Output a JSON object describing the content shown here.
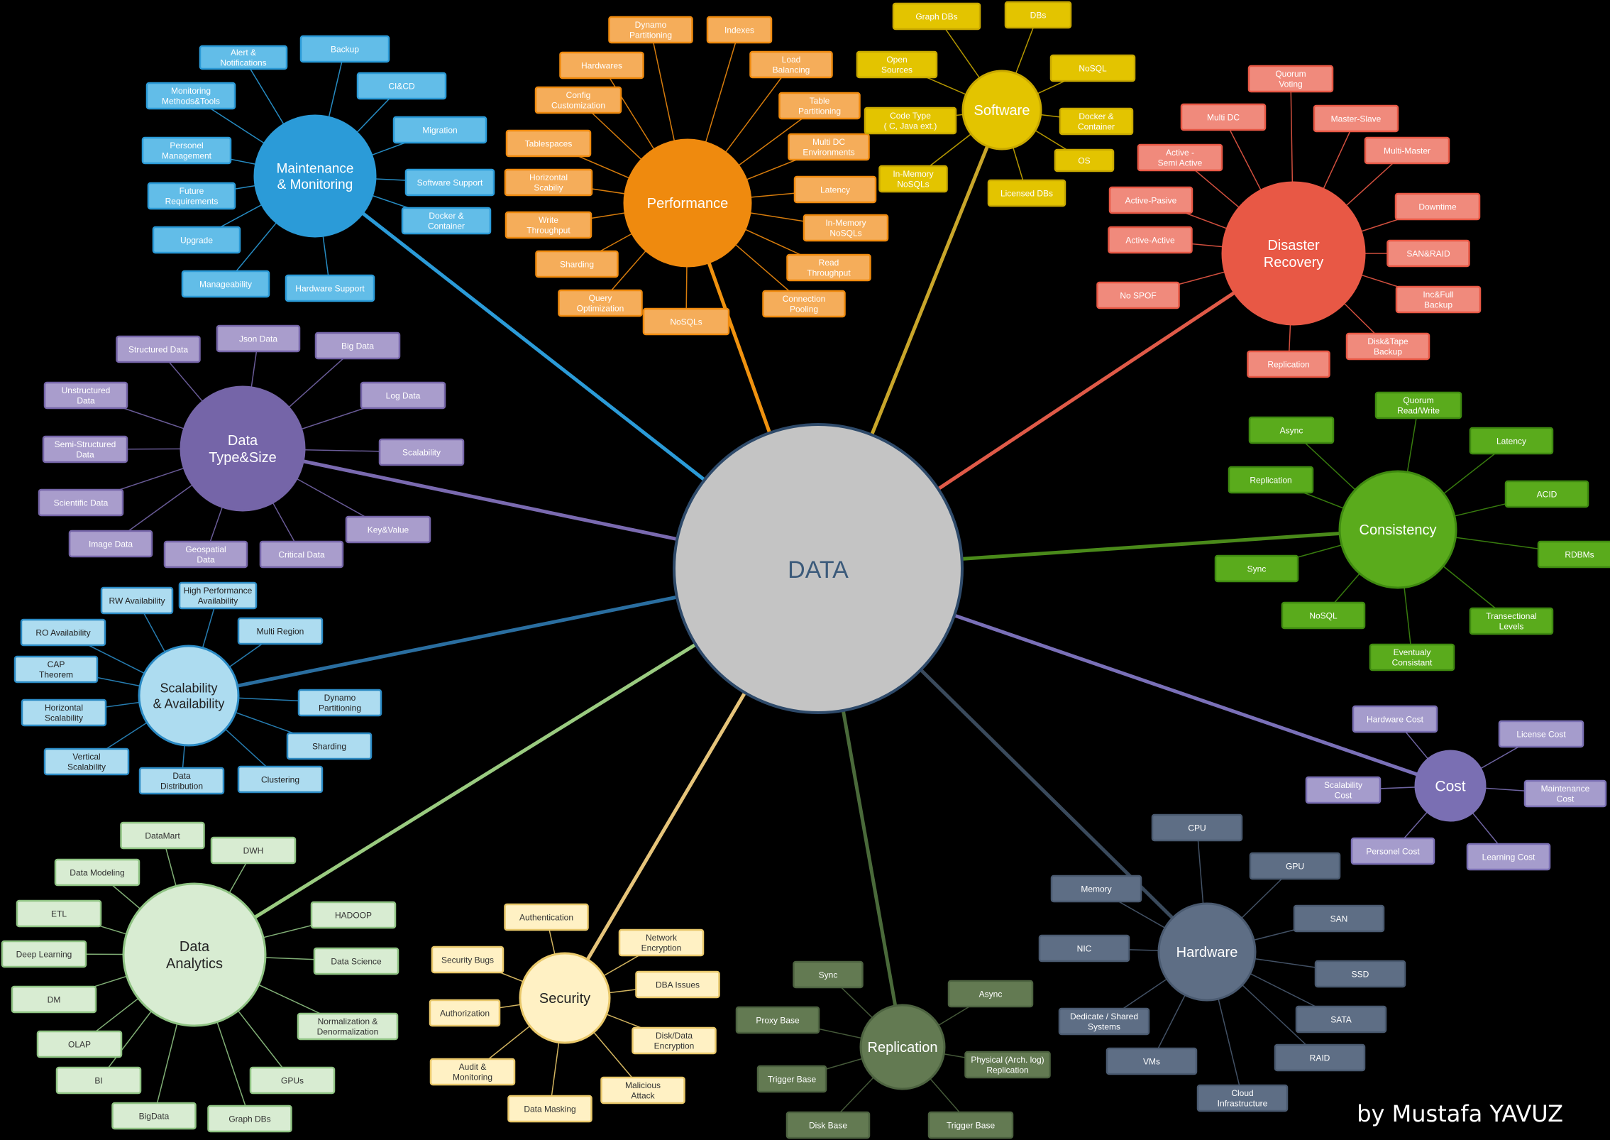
{
  "center": {
    "label": "DATA",
    "fill": "#c4c4c4",
    "stroke": "#2e4a6a",
    "text_color": "#3b5a7a"
  },
  "credit": "by Mustafa YAVUZ",
  "hubs": [
    {
      "id": "maintenance",
      "label": [
        "Maintenance",
        "& Monitoring"
      ],
      "fill": "#2b9bd8",
      "box": "#62bde8",
      "box_stroke": "#2b9bd8",
      "box_text": "#ffffff",
      "text_color": "#ffffff",
      "line": "#2b9bd8",
      "items": [
        [
          "Alert &",
          "Notifications"
        ],
        [
          "Backup"
        ],
        [
          "Monitoring",
          "Methods&Tools"
        ],
        [
          "CI&CD"
        ],
        [
          "Personel",
          "Management"
        ],
        [
          "Migration"
        ],
        [
          "Future",
          "Requirements"
        ],
        [
          "Software Support"
        ],
        [
          "Upgrade"
        ],
        [
          "Docker &",
          "Container"
        ],
        [
          "Manageability"
        ],
        [
          "Hardware Support"
        ]
      ]
    },
    {
      "id": "performance",
      "label": [
        "Performance"
      ],
      "fill": "#ef8a0e",
      "box": "#f5ad5a",
      "box_stroke": "#ef8a0e",
      "box_text": "#ffffff",
      "text_color": "#ffffff",
      "line": "#f0920f",
      "items": [
        [
          "Dynamo",
          "Partitioning"
        ],
        [
          "Indexes"
        ],
        [
          "Hardwares"
        ],
        [
          "Load",
          "Balancing"
        ],
        [
          "Config",
          "Customization"
        ],
        [
          "Table",
          "Partitioning"
        ],
        [
          "Tablespaces"
        ],
        [
          "Multi DC",
          "Environments"
        ],
        [
          "Horizontal",
          "Scabiliy"
        ],
        [
          "Latency"
        ],
        [
          "Write",
          "Throughput"
        ],
        [
          "In-Memory",
          "NoSQLs"
        ],
        [
          "Sharding"
        ],
        [
          "Read",
          "Throughput"
        ],
        [
          "Query",
          "Optimization"
        ],
        [
          "Connection",
          "Pooling"
        ],
        [
          "NoSQLs"
        ]
      ]
    },
    {
      "id": "software",
      "label": [
        "Software"
      ],
      "fill": "#e3c400",
      "box": "#e3c400",
      "box_stroke": "#c9a900",
      "box_text": "#ffffff",
      "text_color": "#ffffff",
      "line": "#c9a62a",
      "items": [
        [
          "Graph DBs"
        ],
        [
          "DBs"
        ],
        [
          "Open",
          "Sources"
        ],
        [
          "NoSQL"
        ],
        [
          "Code Type",
          "( C, Java ext.)"
        ],
        [
          "Docker &",
          "Container"
        ],
        [
          "OS"
        ],
        [
          "In-Memory",
          "NoSQLs"
        ],
        [
          "Licensed DBs"
        ]
      ]
    },
    {
      "id": "disaster",
      "label": [
        "Disaster",
        "Recovery"
      ],
      "fill": "#e85845",
      "box": "#f08a7c",
      "box_stroke": "#e85845",
      "box_text": "#ffffff",
      "text_color": "#ffffff",
      "line": "#e05a48",
      "items": [
        [
          "Quorum",
          "Voting"
        ],
        [
          "Multi DC"
        ],
        [
          "Master-Slave"
        ],
        [
          "Active -",
          "Semi Active"
        ],
        [
          "Multi-Master"
        ],
        [
          "Active-Pasive"
        ],
        [
          "Downtime"
        ],
        [
          "Active-Active"
        ],
        [
          "SAN&RAID"
        ],
        [
          "No SPOF"
        ],
        [
          "Inc&Full",
          "Backup"
        ],
        [
          "Disk&Tape",
          "Backup"
        ],
        [
          "Replication"
        ]
      ]
    },
    {
      "id": "consistency",
      "label": [
        "Consistency"
      ],
      "fill": "#5aab1c",
      "box": "#5aab1c",
      "box_stroke": "#3f8a10",
      "box_text": "#ffffff",
      "text_color": "#ffffff",
      "line": "#4a8a1a",
      "items": [
        [
          "Quorum",
          "Read/Write"
        ],
        [
          "Async"
        ],
        [
          "Latency"
        ],
        [
          "Replication"
        ],
        [
          "ACID"
        ],
        [
          "RDBMs"
        ],
        [
          "Sync"
        ],
        [
          "NoSQL"
        ],
        [
          "Transectional",
          "Levels"
        ],
        [
          "Eventualy",
          "Consistant"
        ]
      ]
    },
    {
      "id": "cost",
      "label": [
        "Cost"
      ],
      "fill": "#7a6fb3",
      "box": "#a59ccc",
      "box_stroke": "#7a6fb3",
      "box_text": "#ffffff",
      "text_color": "#ffffff",
      "line": "#7a70b8",
      "items": [
        [
          "Hardware Cost"
        ],
        [
          "License Cost"
        ],
        [
          "Scalability",
          "Cost"
        ],
        [
          "Maintenance",
          "Cost"
        ],
        [
          "Personel Cost"
        ],
        [
          "Learning Cost"
        ]
      ]
    },
    {
      "id": "hardware",
      "label": [
        "Hardware"
      ],
      "fill": "#5e6e85",
      "box": "#5e6e85",
      "box_stroke": "#4a5a70",
      "box_text": "#ffffff",
      "text_color": "#ffffff",
      "line": "#3a4a5c",
      "items": [
        [
          "CPU"
        ],
        [
          "GPU"
        ],
        [
          "Memory"
        ],
        [
          "SAN"
        ],
        [
          "NIC"
        ],
        [
          "SSD"
        ],
        [
          "Dedicate / Shared",
          "Systems"
        ],
        [
          "SATA"
        ],
        [
          "VMs"
        ],
        [
          "RAID"
        ],
        [
          "Cloud",
          "Infrastructure"
        ]
      ]
    },
    {
      "id": "replication",
      "label": [
        "Replication"
      ],
      "fill": "#637a52",
      "box": "#637a52",
      "box_stroke": "#4d6340",
      "box_text": "#ffffff",
      "text_color": "#ffffff",
      "line": "#4a6a3a",
      "items": [
        [
          "Sync"
        ],
        [
          "Async"
        ],
        [
          "Proxy Base"
        ],
        [
          "Physical (Arch. log)",
          "Replication"
        ],
        [
          "Trigger Base"
        ],
        [
          "Disk Base"
        ],
        [
          "Trigger Base"
        ]
      ]
    },
    {
      "id": "security",
      "label": [
        "Security"
      ],
      "fill": "#fff1c4",
      "box": "#fff1c4",
      "box_stroke": "#e9c86a",
      "box_text": "#333333",
      "text_color": "#222222",
      "line": "#e6c47a",
      "items": [
        [
          "Authentication"
        ],
        [
          "Network",
          "Encryption"
        ],
        [
          "Security Bugs"
        ],
        [
          "DBA Issues"
        ],
        [
          "Authorization"
        ],
        [
          "Disk/Data",
          "Encryption"
        ],
        [
          "Audit &",
          "Monitoring"
        ],
        [
          "Malicious",
          "Attack"
        ],
        [
          "Data Masking"
        ]
      ]
    },
    {
      "id": "analytics",
      "label": [
        "Data",
        "Analytics"
      ],
      "fill": "#d8ecd2",
      "box": "#d8ecd2",
      "box_stroke": "#8fc383",
      "box_text": "#333333",
      "text_color": "#222222",
      "line": "#9acb80",
      "items": [
        [
          "DataMart"
        ],
        [
          "DWH"
        ],
        [
          "Data Modeling"
        ],
        [
          "HADOOP"
        ],
        [
          "ETL"
        ],
        [
          "Data Science"
        ],
        [
          "Deep Learning"
        ],
        [
          "DM"
        ],
        [
          "Normalization &",
          "Denormalization"
        ],
        [
          "OLAP"
        ],
        [
          "BI"
        ],
        [
          "GPUs"
        ],
        [
          "BigData"
        ],
        [
          "Graph DBs"
        ]
      ]
    },
    {
      "id": "scalability",
      "label": [
        "Scalability",
        "& Availability"
      ],
      "fill": "#addcf0",
      "box": "#addcf0",
      "box_stroke": "#2b8ac4",
      "box_text": "#222222",
      "text_color": "#222222",
      "line": "#2a6ea0",
      "items": [
        [
          "RW Availability"
        ],
        [
          "High Performance",
          "Availability"
        ],
        [
          "RO Availability"
        ],
        [
          "Multi Region"
        ],
        [
          "CAP",
          "Theorem"
        ],
        [
          "Horizontal",
          "Scalability"
        ],
        [
          "Dynamo",
          "Partitioning"
        ],
        [
          "Sharding"
        ],
        [
          "Vertical",
          "Scalability"
        ],
        [
          "Data",
          "Distribution"
        ],
        [
          "Clustering"
        ]
      ]
    },
    {
      "id": "typesize",
      "label": [
        "Data",
        "Type&Size"
      ],
      "fill": "#7565a8",
      "box": "#a99dcc",
      "box_stroke": "#7565a8",
      "box_text": "#ffffff",
      "text_color": "#ffffff",
      "line": "#7a6ab0",
      "items": [
        [
          "Structured Data"
        ],
        [
          "Json Data"
        ],
        [
          "Big Data"
        ],
        [
          "Unstructured",
          "Data"
        ],
        [
          "Log Data"
        ],
        [
          "Semi-Structured",
          "Data"
        ],
        [
          "Scalability"
        ],
        [
          "Scientific Data"
        ],
        [
          "Key&Value"
        ],
        [
          "Image Data"
        ],
        [
          "Geospatial",
          "Data"
        ],
        [
          "Critical Data"
        ]
      ]
    }
  ]
}
